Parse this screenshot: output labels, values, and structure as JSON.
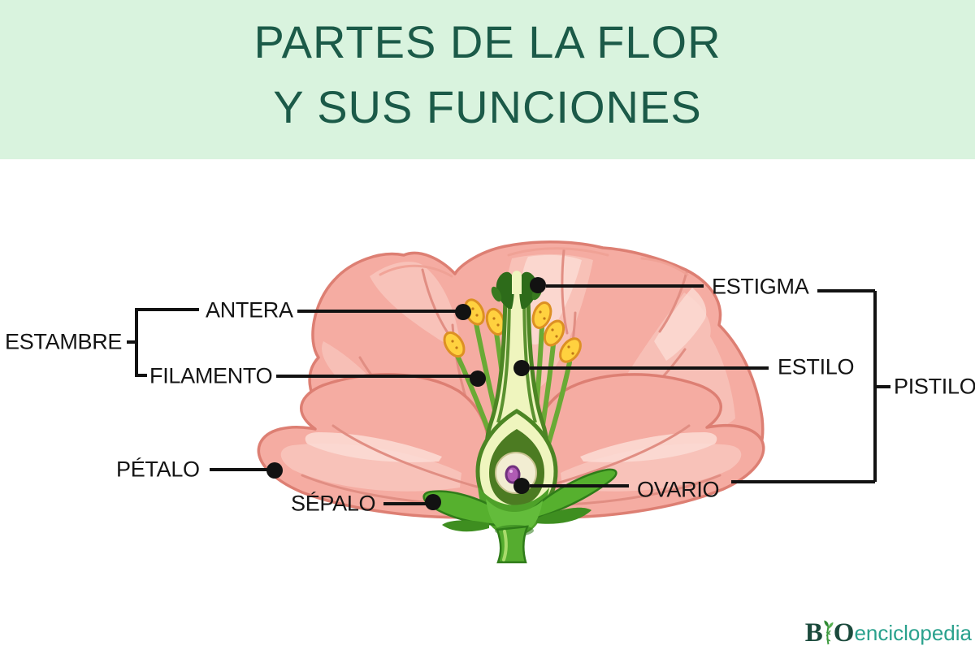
{
  "title": {
    "line1": "PARTES DE LA FLOR",
    "line2": "Y SUS FUNCIONES"
  },
  "labels": {
    "estambre": "ESTAMBRE",
    "antera": "ANTERA",
    "filamento": "FILAMENTO",
    "petalo": "PÉTALO",
    "sepalo": "SÉPALO",
    "estigma": "ESTIGMA",
    "estilo": "ESTILO",
    "ovario": "OVARIO",
    "pistilo": "PISTILO"
  },
  "logo": {
    "letter_b": "B",
    "letter_o": "O",
    "wordmark": "enciclopedia"
  },
  "icons": {
    "sprout": "sprout-leaf-icon",
    "pointer_dot": "label-pointer-dot"
  },
  "colors": {
    "header_bg": "#d9f3de",
    "header_text": "#1b5a48",
    "label_text": "#141414",
    "connector": "#121212",
    "petal_fill": "#f5aca2",
    "petal_outline": "#dd7f73",
    "petal_light": "#f8c4bb",
    "petal_highlight": "#fbdcd5",
    "sepal_green": "#57b02f",
    "sepal_dark": "#2f7c19",
    "stem_green": "#55ac2f",
    "style_fill": "#eff5be",
    "style_border": "#4c8524",
    "stigma_green": "#2d6b1a",
    "filament_green": "#6aaa35",
    "anther_yellow": "#ffd13f",
    "anther_outline": "#dd9023",
    "ovary_ring": "#4c7b22",
    "ovule_purple": "#b05cb4",
    "logo_dark": "#1b4a3c",
    "logo_teal": "#2aa18d"
  }
}
